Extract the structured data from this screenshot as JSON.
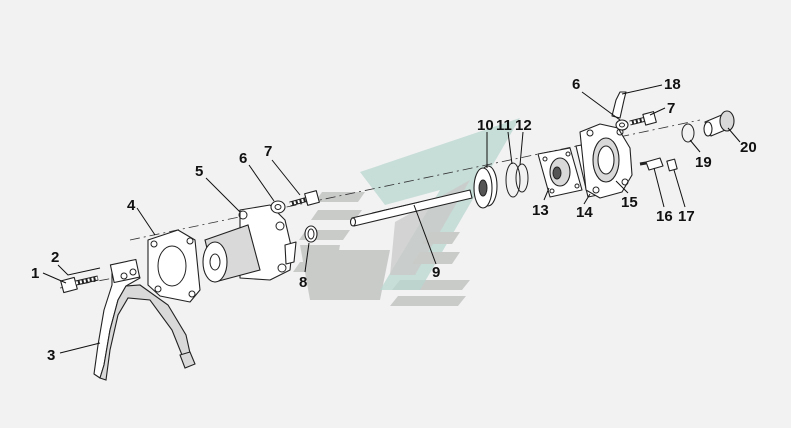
{
  "diagram": {
    "labels": [
      "1",
      "2",
      "3",
      "4",
      "5",
      "6",
      "7",
      "8",
      "9",
      "10",
      "11",
      "12",
      "13",
      "14",
      "15",
      "16",
      "17",
      "6",
      "7",
      "18",
      "19",
      "20"
    ]
  },
  "colors": {
    "background": "#f2f2f2",
    "watermark": "#c9cbc9",
    "watermark_accent": "#b8d6cf",
    "line": "#222222"
  }
}
